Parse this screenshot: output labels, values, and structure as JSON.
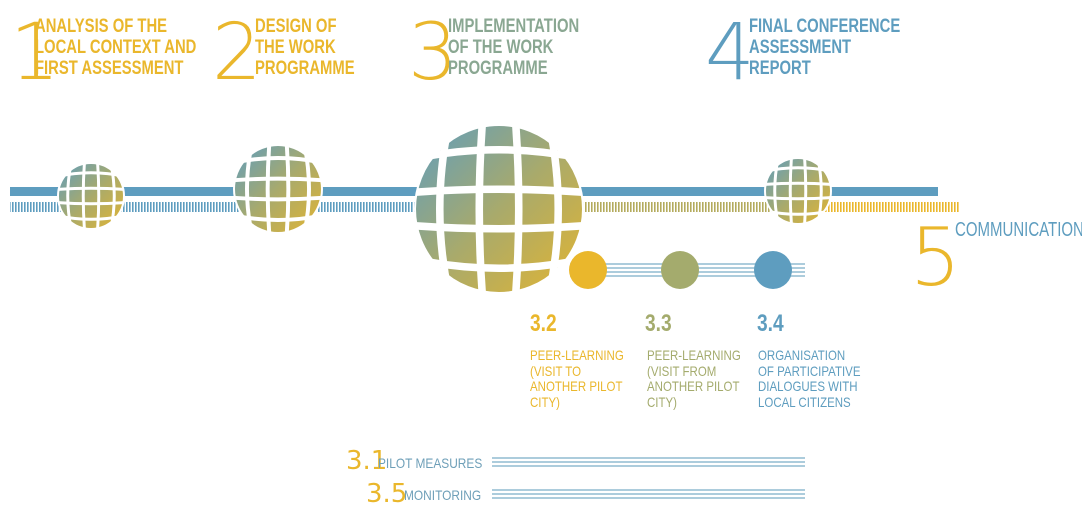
{
  "colors": {
    "orange": "#eab72c",
    "blue": "#5e9dbf",
    "olive": "#a4ab6d",
    "teal": "#6fa8bb"
  },
  "phases": [
    {
      "num": "1",
      "label": "ANALYSIS OF THE\nLOCAL CONTEXT AND\nFIRST ASSESSMENT"
    },
    {
      "num": "2",
      "label": "DESIGN OF\nTHE WORK\nPROGRAMME"
    },
    {
      "num": "3",
      "label": "IMPLEMENTATION\nOF THE WORK\nPROGRAMME"
    },
    {
      "num": "4",
      "label": "FINAL CONFERENCE\nASSESSMENT\nREPORT"
    }
  ],
  "communication": {
    "num": "5",
    "label": "COMMUNICATION"
  },
  "subphases": [
    {
      "num": "3.2",
      "text": "PEER-LEARNING\n(VISIT TO\nANOTHER PILOT\nCITY)"
    },
    {
      "num": "3.3",
      "text": "PEER-LEARNING\n(VISIT FROM\nANOTHER PILOT\nCITY)"
    },
    {
      "num": "3.4",
      "text": "ORGANISATION\nOF PARTICIPATIVE\nDIALOGUES WITH\nLOCAL CITIZENS"
    }
  ],
  "rows": [
    {
      "num": "3.1",
      "label": "PILOT MEASURES"
    },
    {
      "num": "3.5",
      "label": "MONITORING"
    }
  ]
}
